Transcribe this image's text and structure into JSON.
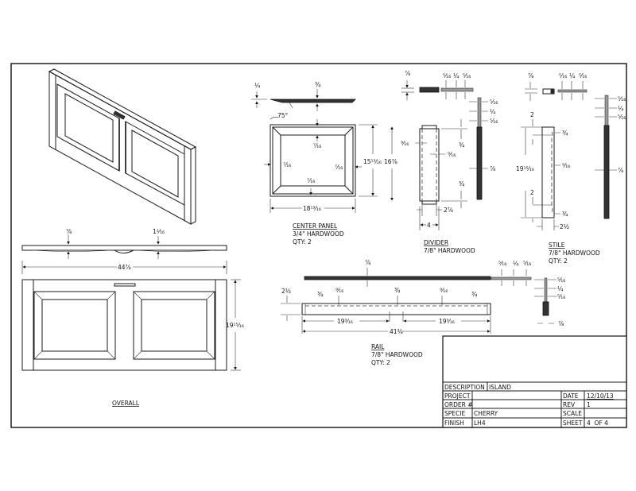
{
  "overall": {
    "title": "OVERALL",
    "dims": {
      "side_left": "⅞",
      "side_right": "1¹⁄₁₆",
      "width": "44⅞",
      "height": "19¹⁵⁄₁₆"
    }
  },
  "center_panel": {
    "title": "CENTER PANEL",
    "material": "3/4\" HARDWOOD",
    "qty": "QTY: 2",
    "dims": {
      "edge": "¼",
      "thick": "¾",
      "angle": "75°",
      "top": "⁷⁄₁₆",
      "left": "⁷⁄₁₆",
      "right": "⁷⁄₁₆",
      "bottom": "⁷⁄₁₆",
      "width": "18¹³⁄₁₆",
      "inner_height": "15¹³⁄₁₆",
      "height": "16⅞"
    }
  },
  "divider": {
    "title": "DIVIDER",
    "material": "7/8\" HARDWOOD",
    "dims": {
      "thick": "⅞",
      "t1": "⁵⁄₁₆",
      "t2": "¼",
      "t3": "⁵⁄₁₆",
      "s1": "⁵⁄₁₆",
      "s2": "¼",
      "s3": "⁵⁄₁₆",
      "left": "⁹⁄₁₆",
      "right": "⁹⁄₁₆",
      "top": "¾",
      "bottom": "¾",
      "side_thick": "⅞",
      "inner": "2⅞",
      "width": "4"
    }
  },
  "stile": {
    "title": "STILE",
    "material": "7/8\" HARDWOOD",
    "qty": "QTY: 2",
    "dims": {
      "thick": "⅞",
      "t1": "⁵⁄₁₆",
      "t2": "¼",
      "t3": "⁵⁄₁₆",
      "s1": "⁵⁄₁₆",
      "s2": "¼",
      "s3": "⁵⁄₁₆",
      "top_off": "2",
      "bottom_off": "2",
      "top": "¾",
      "mid": "⁹⁄₁₆",
      "bottom": "¾",
      "height": "19¹⁵⁄₁₆",
      "width": "2½",
      "side_thick": "⅞"
    }
  },
  "rail": {
    "title": "RAIL",
    "material": "7/8\" HARDWOOD",
    "qty": "QTY: 2",
    "dims": {
      "thick": "⅞",
      "t1": "⁵⁄₁₆",
      "t2": "¼",
      "t3": "⁵⁄₁₆",
      "s1": "⁵⁄₁₆",
      "s2": "¼",
      "s3": "⁵⁄₁₆",
      "height": "2½",
      "left": "¾",
      "g1": "⁹⁄₁₆",
      "center": "¾",
      "g2": "⁹⁄₁₆",
      "right": "¾",
      "half_left": "19³⁄₁₆",
      "half_right": "19³⁄₁₆",
      "length": "41⅜",
      "side_thick": "⅞"
    }
  },
  "title_block": {
    "description_label": "DESCRIPTION",
    "description": "ISLAND",
    "project_label": "PROJECT",
    "project": "",
    "order_label": "ORDER #",
    "order": "",
    "specie_label": "SPECIE",
    "specie": "CHERRY",
    "finish_label": "FINISH",
    "finish": "LH4",
    "date_label": "DATE",
    "date": "12/10/13",
    "rev_label": "REV",
    "rev": "1",
    "scale_label": "SCALE",
    "scale": "",
    "sheet_label": "SHEET",
    "sheet": "4  OF 4"
  }
}
